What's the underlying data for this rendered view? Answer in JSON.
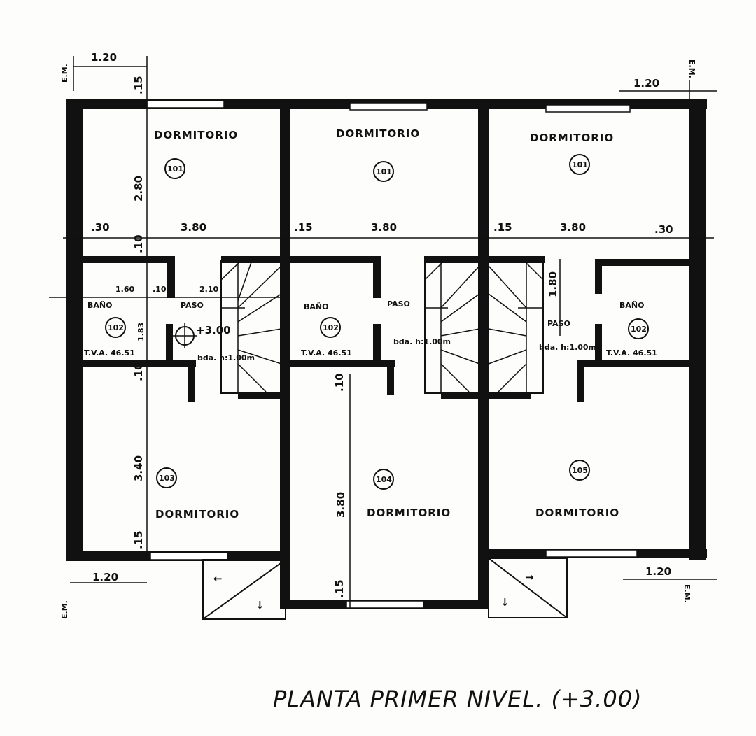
{
  "title": "PLANTA PRIMER NIVEL. (+3.00)",
  "rooms": {
    "dorm_top_left": {
      "name": "DORMITORIO",
      "num": "101"
    },
    "dorm_top_mid": {
      "name": "DORMITORIO",
      "num": "101"
    },
    "dorm_top_right": {
      "name": "DORMITORIO",
      "num": "101"
    },
    "bano_left": {
      "name": "BAÑO",
      "num": "102",
      "note": "T.V.A. 46.51"
    },
    "bano_mid": {
      "name": "BAÑO",
      "num": "102",
      "note": "T.V.A. 46.51"
    },
    "bano_right": {
      "name": "BAÑO",
      "num": "102",
      "note": "T.V.A. 46.51"
    },
    "dorm_bot_left": {
      "name": "DORMITORIO",
      "num": "103"
    },
    "dorm_bot_mid": {
      "name": "DORMITORIO",
      "num": "104"
    },
    "dorm_bot_right": {
      "name": "DORMITORIO",
      "num": "105"
    }
  },
  "paso_labels": [
    "PASO",
    "PASO",
    "PASO"
  ],
  "baranda_labels": [
    "bda. h:1.00m",
    "bda. h:1.00m",
    "bda. h:1.00m"
  ],
  "level_mark": "+3.00",
  "em_labels": [
    "E.M.",
    "E.M.",
    "E.M.",
    "E.M."
  ],
  "dimensions": {
    "top_left_width": "1.20",
    "top_right_width": "1.20",
    "bottom_left_width": "1.20",
    "bottom_right_width": "1.20",
    "top_wall": ".15",
    "dorm_depth": "2.80",
    "left_wall": ".30",
    "span_1": "3.80",
    "wall_a": ".15",
    "span_2": "3.80",
    "wall_b": ".15",
    "span_3": "3.80",
    "right_wall": ".30",
    "slab_1": ".10",
    "bano_width": "1.60",
    "wall_c": ".10",
    "paso_width": "2.10",
    "bano_depth": "1.83",
    "slab_2": ".10",
    "dorm_bot_depth": "3.40",
    "bottom_wall": ".15",
    "mid_depth": "3.80",
    "mid_bottom_wall": ".15",
    "mid_slab": ".10",
    "stair_depth": "1.80"
  }
}
